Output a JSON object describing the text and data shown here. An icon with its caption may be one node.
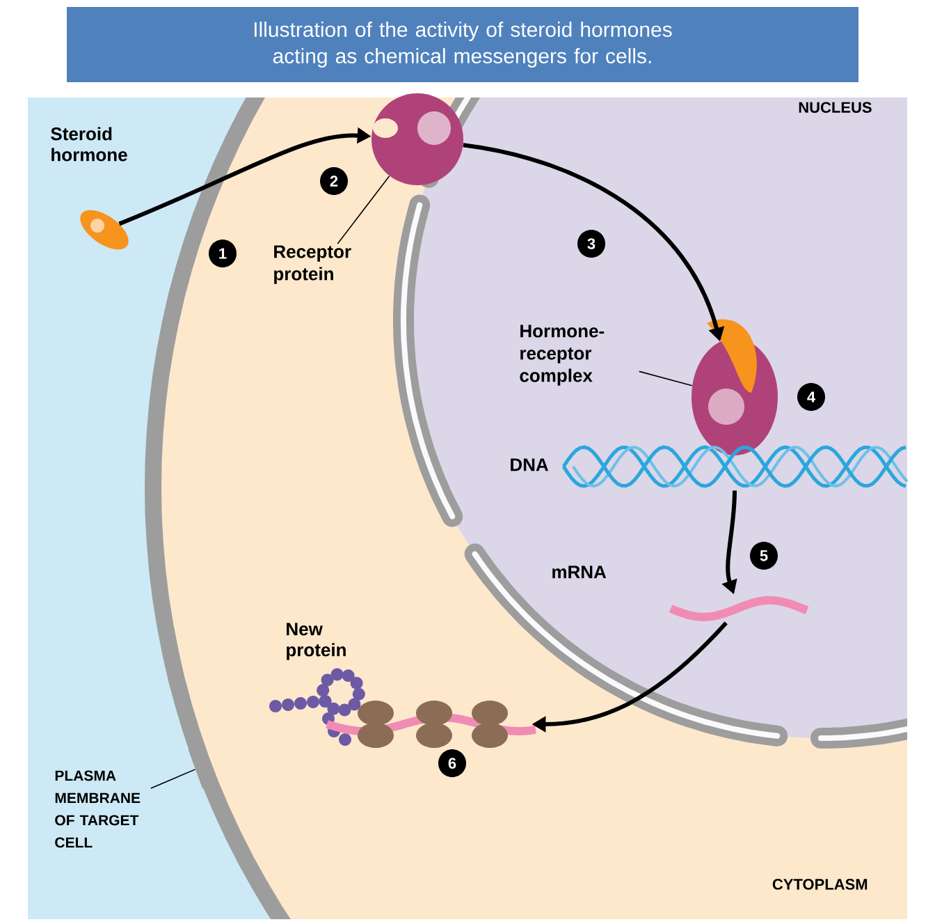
{
  "diagram": {
    "title": "Illustration of the activity of steroid hormones acting as chemical messengers for cells.",
    "nodes": [
      {
        "text": [],
        "shape": "picture",
        "beside": [
          "Steroid hormone"
        ]
      },
      {
        "text": [],
        "shape": "picture"
      },
      {
        "text": [
          "Receptor protein"
        ]
      },
      {
        "text": [],
        "shape": "picture"
      },
      {
        "text": [
          "Hormone-receptor complex"
        ]
      },
      {
        "text": [],
        "shape": "picture",
        "beside": [
          "DNA"
        ]
      },
      {
        "text": [],
        "shape": "picture",
        "beside": [
          "mRNA"
        ]
      },
      {
        "text": [],
        "shape": "picture",
        "beside": [
          "New protein"
        ]
      },
      {
        "text": [],
        "shape": "picture"
      },
      {
        "text": [
          "PLASMA MEMBRANE OF TARGET CELL"
        ]
      },
      {
        "text": [],
        "shape": "band"
      }
    ],
    "edges": [
      {
        "from": 0,
        "to": 1,
        "arrow": "to"
      },
      {
        "from": 2,
        "to": 1,
        "arrow": "none"
      },
      {
        "from": 1,
        "to": 3,
        "arrow": "to"
      },
      {
        "from": 4,
        "to": 3,
        "arrow": "none"
      },
      {
        "from": 5,
        "to": 6,
        "arrow": "to"
      },
      {
        "from": 6,
        "to": 8,
        "arrow": "to"
      },
      {
        "from": 9,
        "to": 10,
        "arrow": "none"
      }
    ],
    "labels": [
      "NUCLEUS",
      "1",
      "2",
      "3",
      "4",
      "5",
      "6",
      "CYTOPLASM"
    ]
  }
}
